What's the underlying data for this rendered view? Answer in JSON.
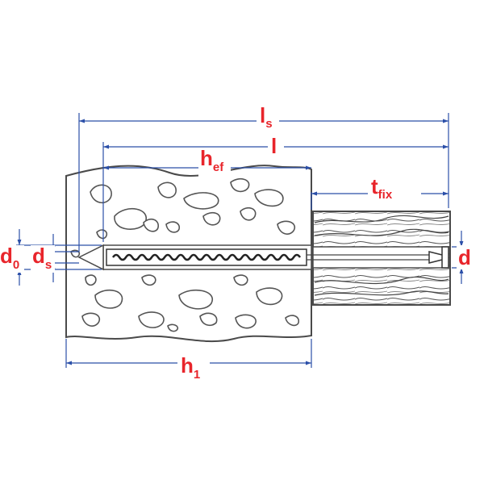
{
  "labels": {
    "ls_main": "l",
    "ls_sub": "s",
    "l": "l",
    "hef_main": "h",
    "hef_sub": "ef",
    "tfix_main": "t",
    "tfix_sub": "fix",
    "h1_main": "h",
    "h1_sub": "1",
    "d0_main": "d",
    "d0_sub": "0",
    "ds_main": "d",
    "ds_sub": "s",
    "d": "d"
  },
  "colors": {
    "label_red": "#e8252b",
    "dimension_blue": "#2b4fa8",
    "outline": "#4a4a4a",
    "fill": "#ffffff"
  }
}
